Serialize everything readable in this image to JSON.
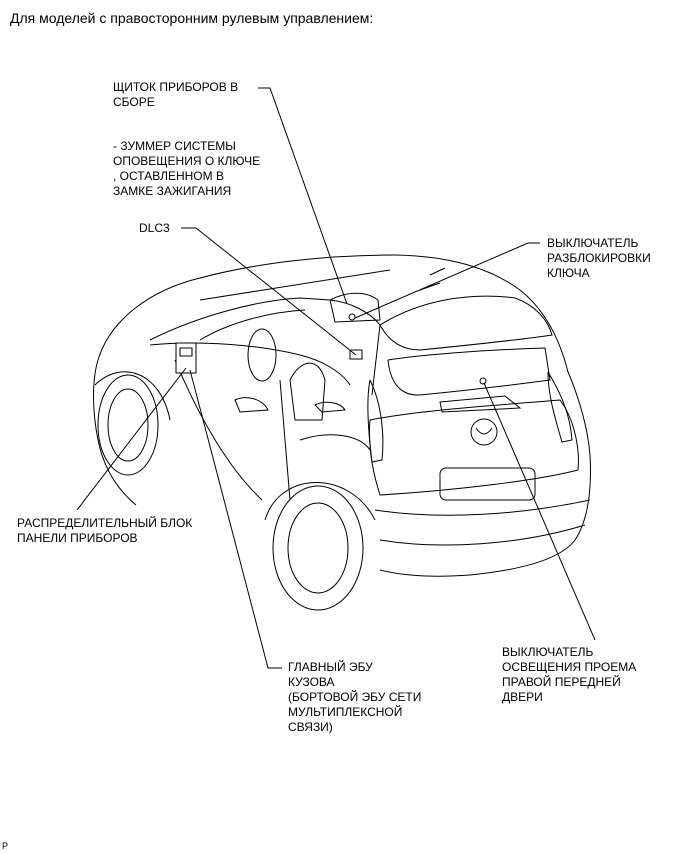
{
  "heading": "Для моделей с правосторонним рулевым управлением:",
  "labels": {
    "instrument_cluster": "ЩИТОК ПРИБОРОВ В\nСБОРЕ",
    "key_buzzer": "- ЗУММЕР СИСТЕМЫ\nОПОВЕЩЕНИЯ О КЛЮЧЕ\n, ОСТАВЛЕННОМ В\nЗАМКЕ ЗАЖИГАНИЯ",
    "dlc3": "DLC3",
    "unlock_switch": "ВЫКЛЮЧАТЕЛЬ\nРАЗБЛОКИРОВКИ\nКЛЮЧА",
    "junction_block": "РАСПРЕДЕЛИТЕЛЬНЫЙ БЛОК\nПАНЕЛИ ПРИБОРОВ",
    "main_body_ecu": "ГЛАВНЫЙ ЭБУ\nКУЗОВА\n(БОРТОВОЙ ЭБУ СЕТИ\nМУЛЬТИПЛЕКСНОЙ\nСВЯЗИ)",
    "courtesy_switch": "ВЫКЛЮЧАТЕЛЬ\nОСВЕЩЕНИЯ ПРОЕМА\nПРАВОЙ ПЕРЕДНЕЙ\nДВЕРИ"
  },
  "footer_code": "P"
}
